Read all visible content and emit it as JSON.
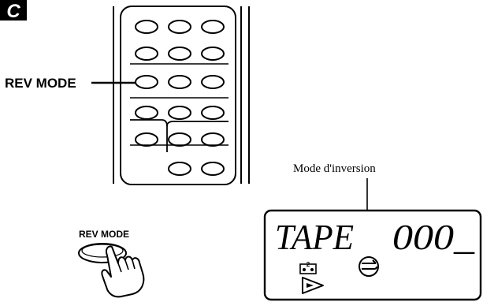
{
  "step_letter": "C",
  "rev_mode_label": "REV MODE",
  "button_label": "REV MODE",
  "callout_label": "Mode d'inversion",
  "display": {
    "source_text": "TAPE",
    "counter_text": "000_",
    "deck_number": "2"
  },
  "colors": {
    "ink": "#000000",
    "paper": "#ffffff"
  }
}
